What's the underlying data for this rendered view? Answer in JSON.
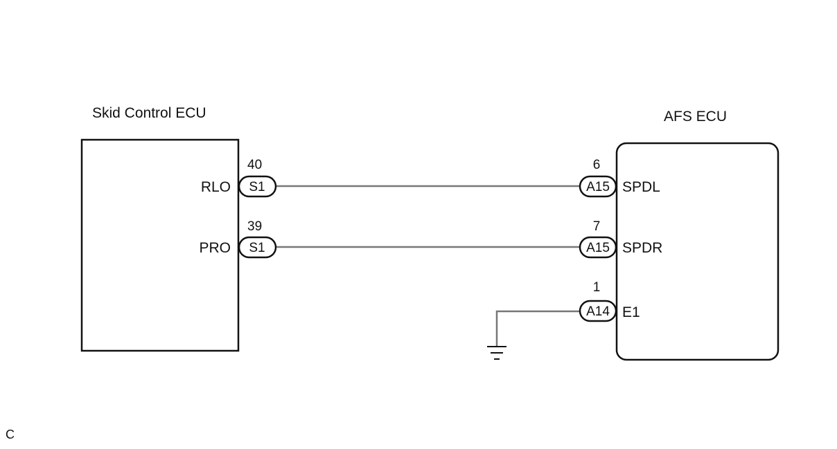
{
  "left_ecu": {
    "title": "Skid Control ECU",
    "terminals": [
      {
        "name": "RLO",
        "pin": "40",
        "connector": "S1"
      },
      {
        "name": "PRO",
        "pin": "39",
        "connector": "S1"
      }
    ]
  },
  "right_ecu": {
    "title": "AFS ECU",
    "terminals": [
      {
        "name": "SPDL",
        "pin": "6",
        "connector": "A15"
      },
      {
        "name": "SPDR",
        "pin": "7",
        "connector": "A15"
      },
      {
        "name": "E1",
        "pin": "1",
        "connector": "A14"
      }
    ]
  },
  "ground_icon": "ground-symbol",
  "footer_code": "C",
  "colors": {
    "line": "#111111",
    "wire": "#777777",
    "background": "#ffffff"
  }
}
